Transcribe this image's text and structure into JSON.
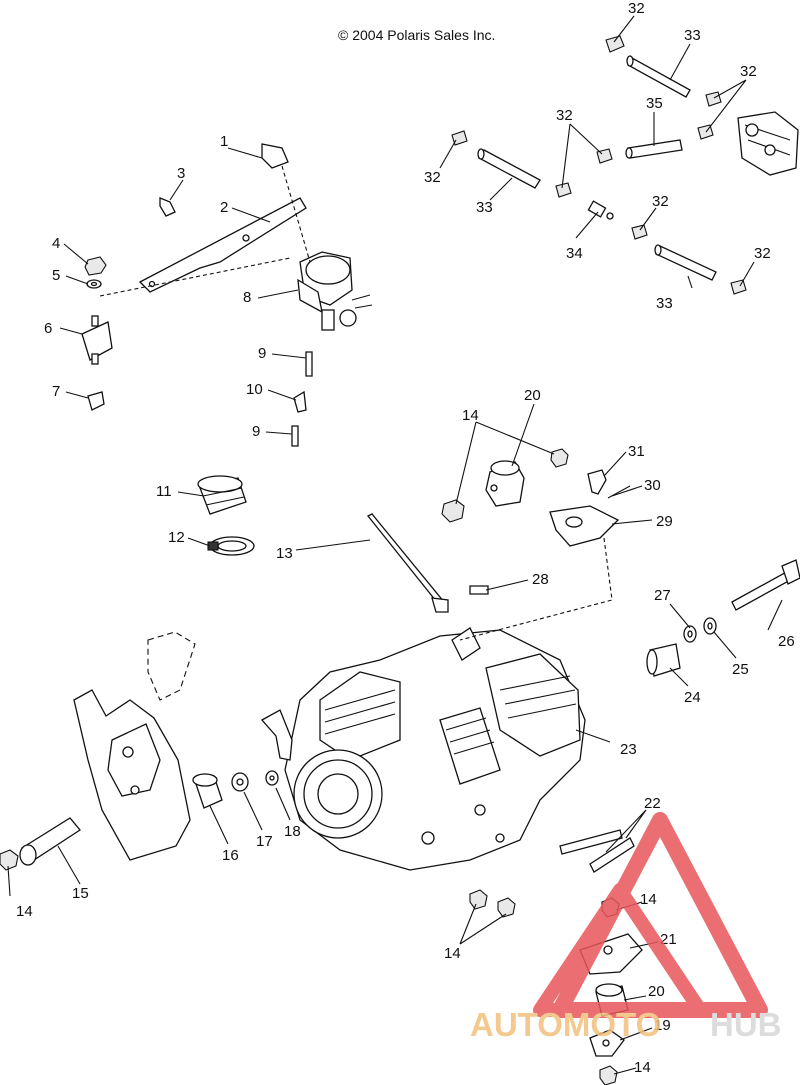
{
  "copyright": "© 2004 Polaris Sales Inc.",
  "callouts": [
    "1",
    "2",
    "3",
    "4",
    "5",
    "6",
    "7",
    "8",
    "9",
    "10",
    "9",
    "11",
    "12",
    "13",
    "14",
    "20",
    "31",
    "30",
    "29",
    "28",
    "27",
    "26",
    "25",
    "24",
    "23",
    "32",
    "33",
    "32",
    "35",
    "32",
    "32",
    "33",
    "34",
    "32",
    "32",
    "33",
    "22",
    "14",
    "21",
    "20",
    "19",
    "14",
    "14",
    "15",
    "16",
    "17",
    "18",
    "14"
  ],
  "watermark": {
    "part1": "AUTOMOTO",
    "part2": "HUB",
    "accent_color": "#e8575a",
    "text_color": "#f2c07c"
  },
  "icons": [
    "triangle-logo-icon"
  ]
}
